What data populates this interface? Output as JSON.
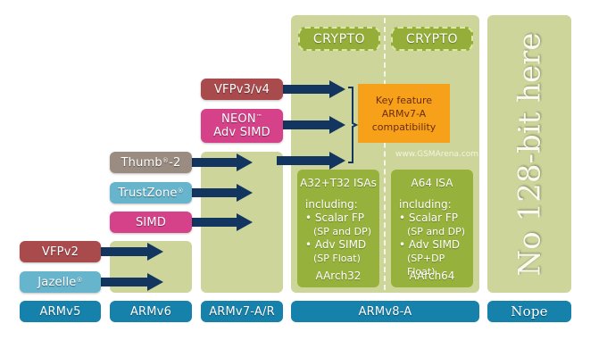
{
  "architectures": [
    {
      "label": "ARMv5"
    },
    {
      "label": "ARMv6"
    },
    {
      "label": "ARMv7-A/R"
    },
    {
      "label": "ARMv8-A"
    },
    {
      "label": "Nope"
    }
  ],
  "features": {
    "vfpv2": {
      "label": "VFPv2"
    },
    "jazelle": {
      "label": "Jazelle",
      "mark": "®"
    },
    "thumb2": {
      "label_pre": "Thumb",
      "mark": "®",
      "label_post": "-2"
    },
    "trustzone": {
      "label": "TrustZone",
      "mark": "®"
    },
    "simd": {
      "label": "SIMD"
    },
    "vfpv3": {
      "label": "VFPv3/v4"
    },
    "neon": {
      "line1": "NEON",
      "mark": "™",
      "line2": "Adv SIMD"
    }
  },
  "armv8": {
    "crypto_left": "CRYPTO",
    "crypto_right": "CRYPTO",
    "key_feature": [
      "Key feature",
      "ARMv7-A",
      "compatibility"
    ],
    "watermark": "www.GSMArena.com",
    "aarch32": {
      "title": "A32+T32 ISAs",
      "including": "including:",
      "bullet1": "• Scalar FP",
      "bullet1_sub": "(SP and DP)",
      "bullet2": "• Adv SIMD",
      "bullet2_sub": "(SP Float)",
      "footer": "AArch32"
    },
    "aarch64": {
      "title": "A64 ISA",
      "including": "including:",
      "bullet1": "• Scalar FP",
      "bullet1_sub": "(SP and DP)",
      "bullet2": "• Adv SIMD",
      "bullet2_sub": "(SP+DP Float)",
      "footer": "AArch64"
    }
  },
  "nope_panel": {
    "text": "No 128-bit here"
  },
  "colors": {
    "arch_label": "#1681ab",
    "panel": "#cdd59a",
    "arrow": "#12365f",
    "key_feature": "#f7a11b"
  }
}
